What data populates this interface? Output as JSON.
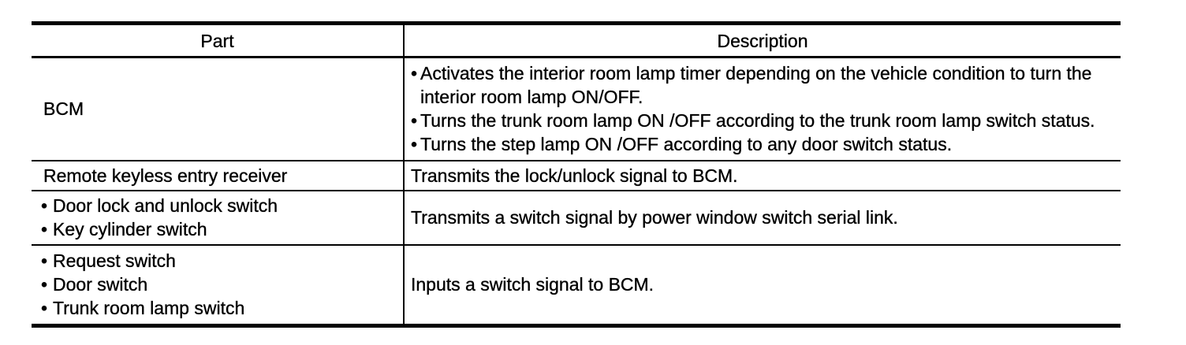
{
  "colors": {
    "background": "#ffffff",
    "border": "#000000",
    "text": "#000000"
  },
  "bullet_glyph": "•",
  "table": {
    "headers": [
      "Part",
      "Description"
    ],
    "rows": [
      {
        "part": "BCM",
        "desc_bullets": [
          "Activates the interior room lamp timer depending on the vehicle condition to turn the interior room lamp ON/OFF.",
          "Turns the trunk room lamp ON /OFF according to the trunk room lamp switch status.",
          "Turns the step lamp ON /OFF according to any door switch status."
        ]
      },
      {
        "part": "Remote keyless entry receiver",
        "desc": "Transmits the lock/unlock signal to BCM."
      },
      {
        "part_bullets": [
          "Door lock and unlock switch",
          "Key cylinder switch"
        ],
        "desc": "Transmits a switch signal by power window switch serial link."
      },
      {
        "part_bullets": [
          "Request switch",
          "Door switch",
          "Trunk room lamp switch"
        ],
        "desc": "Inputs a switch signal to BCM."
      }
    ]
  }
}
